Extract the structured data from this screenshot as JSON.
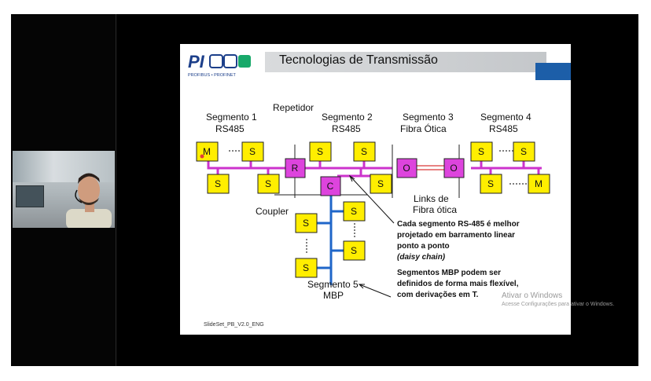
{
  "slide": {
    "title": "Tecnologias de Transmissão",
    "logo_text": "PI",
    "logo_tagline": "PROFIBUS • PROFINET",
    "footer": "SlideSet_PB_V2.0_ENG"
  },
  "diagram": {
    "seg1_line1": "Segmento 1",
    "seg1_line2": "RS485",
    "repetidor": "Repetidor",
    "seg2_line1": "Segmento 2",
    "seg2_line2": "RS485",
    "seg3_line1": "Segmento 3",
    "seg3_line2": "Fibra Ótica",
    "seg4_line1": "Segmento 4",
    "seg4_line2": "RS485",
    "coupler": "Coupler",
    "links_line1": "Links de",
    "links_line2": "Fibra ótica",
    "seg5_line1": "Segmento 5",
    "seg5_line2": "MBP",
    "node_master": "M",
    "node_slave": "S",
    "node_repeater": "R",
    "node_coupler": "C",
    "node_optical": "O",
    "note1_line1": "Cada segmento RS-485 é melhor",
    "note1_line2": "projetado em barramento linear",
    "note1_line3": "ponto a ponto",
    "note1_line4": "(daisy chain)",
    "note2_line1": "Segmentos MBP podem ser",
    "note2_line2": "definidos de forma mais flexível,",
    "note2_line3": "com derivações em T."
  },
  "overlay": {
    "watermark_title": "Ativar o Windows",
    "watermark_sub": "Acesse Configurações para ativar o Windows."
  },
  "colors": {
    "slave_fill": "#ffee00",
    "bus_pink": "#cc33cc",
    "mbp_blue": "#1f66c9",
    "fiber_red": "#e05a5a",
    "accent_blue": "#1c5ea8"
  }
}
